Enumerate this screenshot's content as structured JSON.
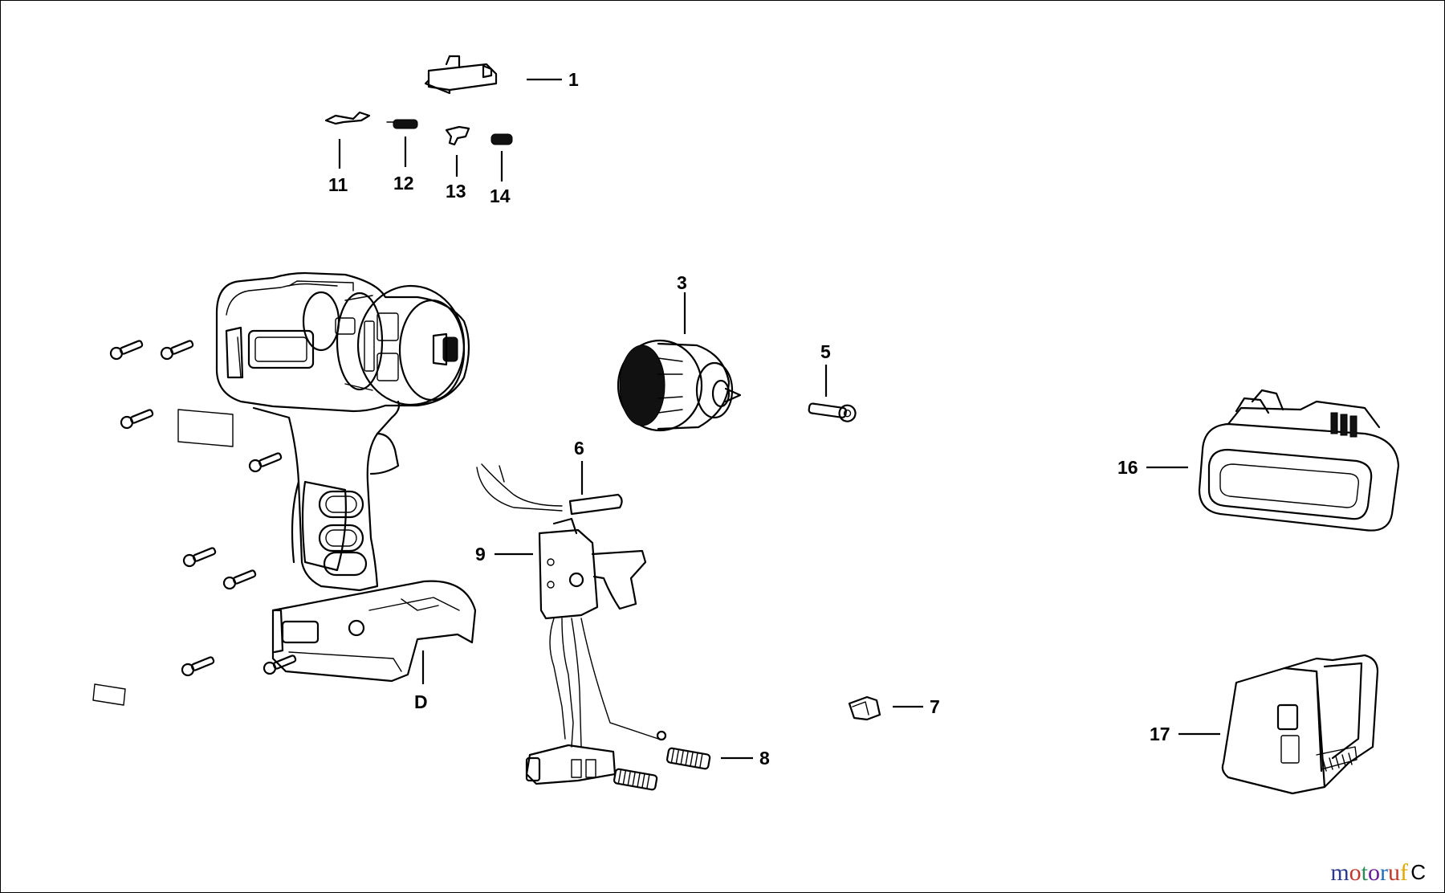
{
  "diagram": {
    "part_labels": {
      "p1": "1",
      "p3": "3",
      "p5": "5",
      "p6": "6",
      "p7": "7",
      "p8": "8",
      "p9": "9",
      "p11": "11",
      "p12": "12",
      "p13": "13",
      "p14": "14",
      "p16": "16",
      "pD": "D",
      "p17": "17"
    }
  },
  "watermark": {
    "letters": [
      "m",
      "o",
      "t",
      "o",
      "r",
      "u",
      "f"
    ],
    "letter_colors": [
      "#2b3a8f",
      "#c0392b",
      "#2e8b57",
      "#6a1b9a",
      "#1e6fb8",
      "#c0392b",
      "#e0a800"
    ],
    "suffix": "C"
  }
}
